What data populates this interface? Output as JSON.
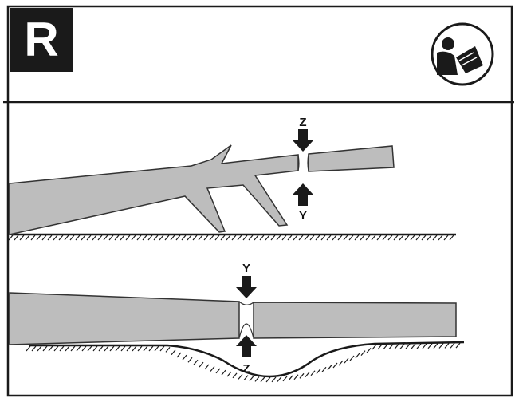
{
  "header": {
    "panel_letter": "R",
    "icon": "read-manual-icon"
  },
  "diagram": {
    "top_scene": {
      "upper_arrow_label": "Z",
      "lower_arrow_label": "Y"
    },
    "bottom_scene": {
      "upper_arrow_label": "Y",
      "lower_arrow_label": "Z"
    }
  }
}
